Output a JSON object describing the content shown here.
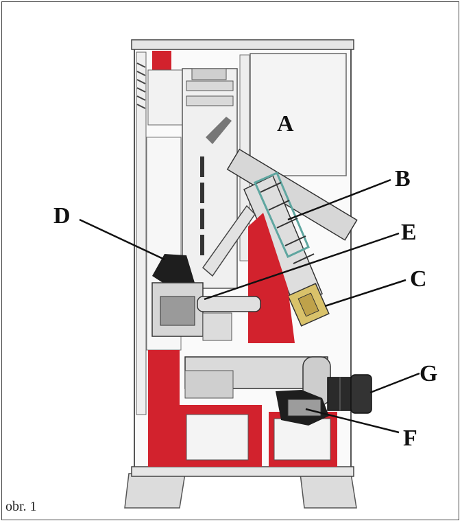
{
  "labels": {
    "a": "A",
    "b": "B",
    "c": "C",
    "d": "D",
    "e": "E",
    "f": "F",
    "g": "G"
  },
  "caption": "obr. 1",
  "colors": {
    "accent_red": "#d2222d",
    "outline": "#555555",
    "panel_grey": "#e4e4e4",
    "dark": "#1e1e1e",
    "teal": "#5fa6a0"
  }
}
